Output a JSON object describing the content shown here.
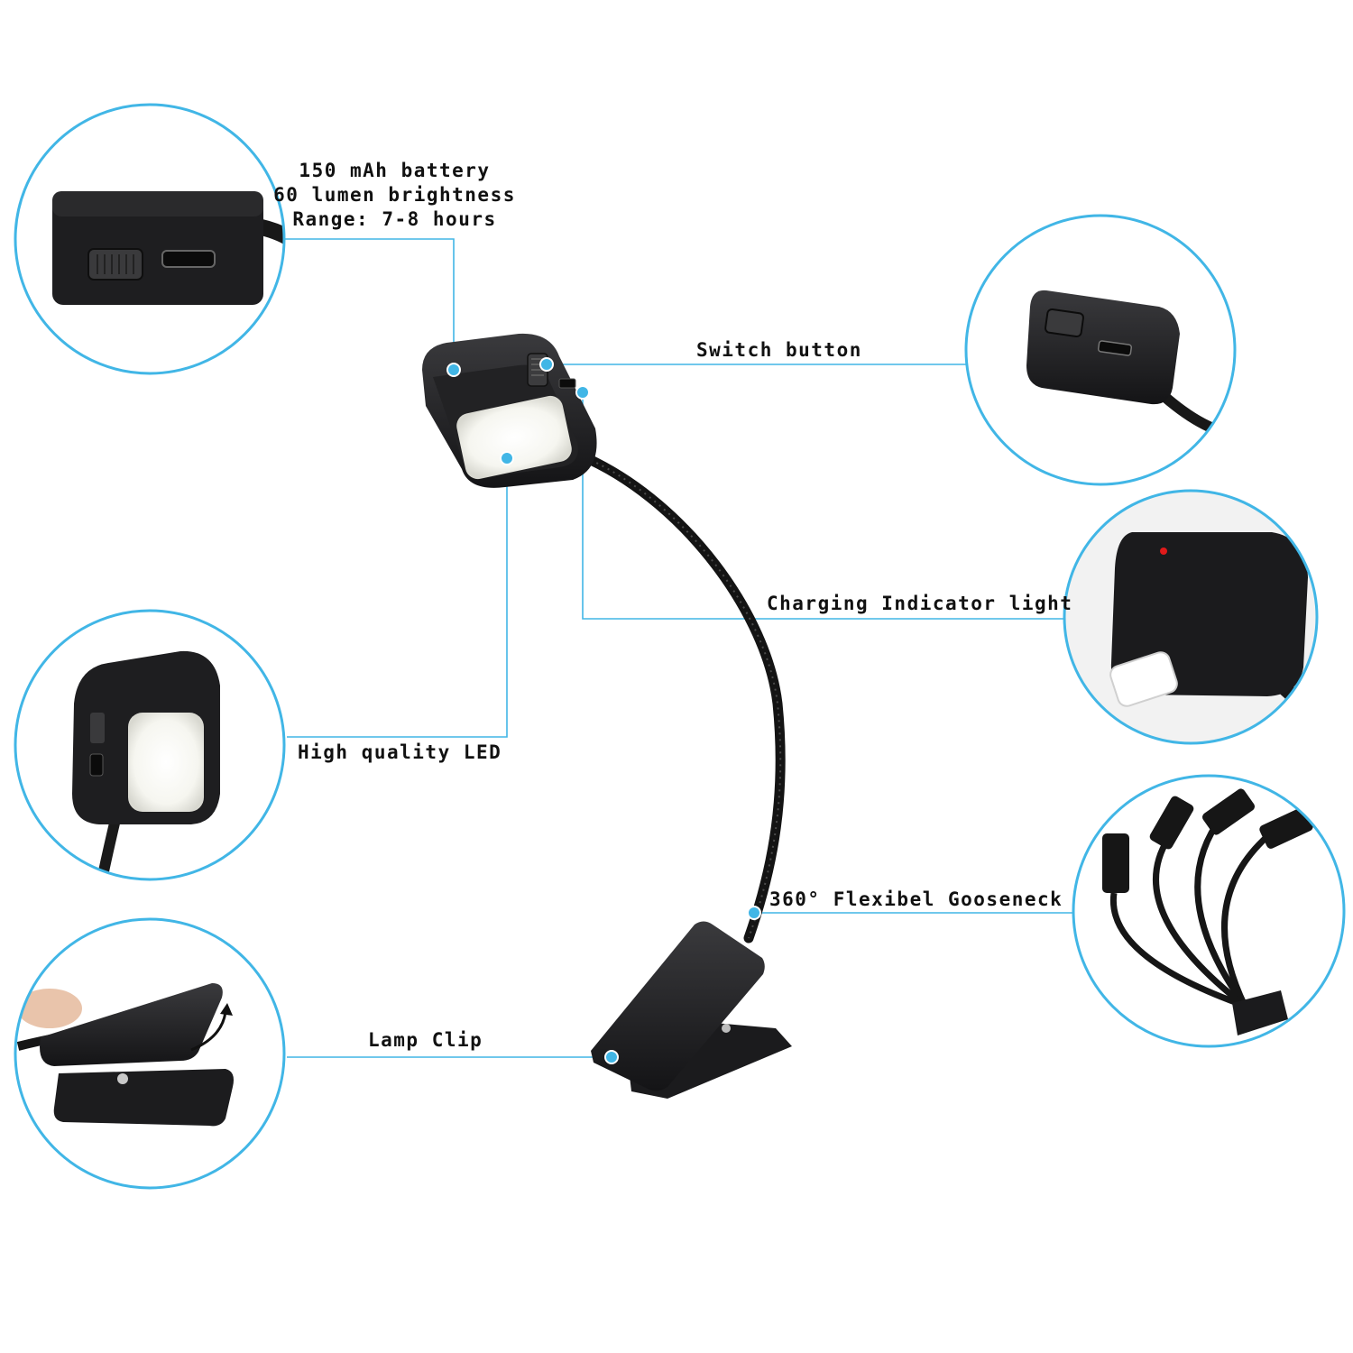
{
  "callouts": {
    "battery": {
      "lines": [
        "150 mAh battery",
        "60 lumen brightness",
        "Range: 7-8 hours"
      ]
    },
    "switch": {
      "label": "Switch button"
    },
    "charging": {
      "label": "Charging Indicator light"
    },
    "led": {
      "label": "High quality LED"
    },
    "gooseneck": {
      "label": "360° Flexibel Gooseneck"
    },
    "clip": {
      "label": "Lamp Clip"
    }
  },
  "colors": {
    "accent": "#41b6e6",
    "product": "#1c1c1e",
    "led_glow": "#f4f4ee",
    "indicator": "#e01a1a"
  }
}
